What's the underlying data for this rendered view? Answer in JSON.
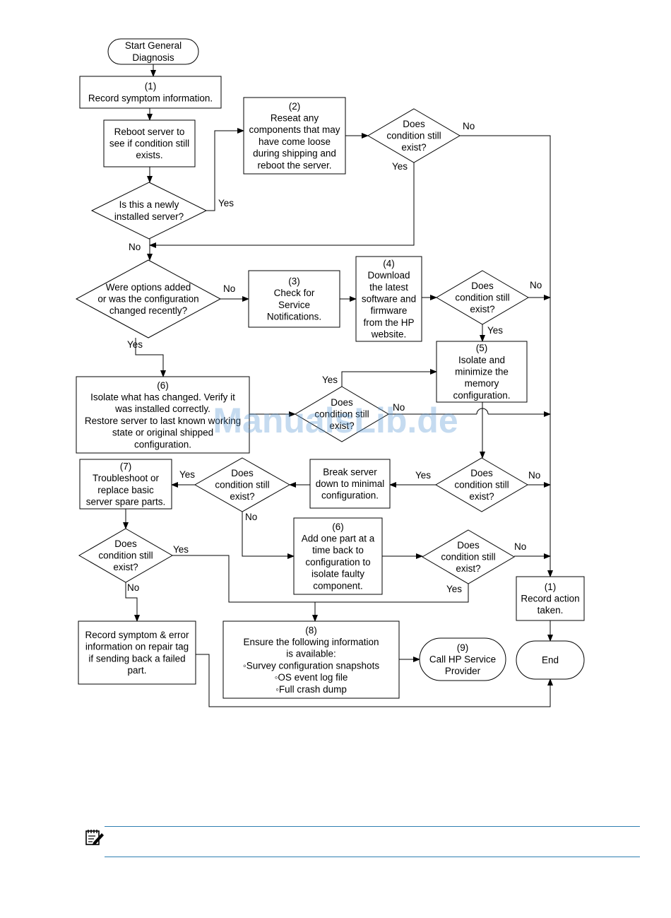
{
  "watermark": "ManualsLib.de",
  "nodes": {
    "start": [
      "Start General",
      "Diagnosis"
    ],
    "n1": [
      "(1)",
      "Record symptom information."
    ],
    "reboot": [
      "Reboot server to",
      "see if condition still",
      "exists."
    ],
    "q_new": [
      "Is this a newly",
      "installed server?"
    ],
    "n2": [
      "(2)",
      "Reseat any",
      "components that may",
      "have come loose",
      "during shipping and",
      "reboot the server."
    ],
    "q2": [
      "Does",
      "condition still",
      "exist?"
    ],
    "q_opt": [
      "Were options added",
      "or was the configuration",
      "changed recently?"
    ],
    "n3": [
      "(3)",
      "Check for",
      "Service",
      "Notifications."
    ],
    "n4": [
      "(4)",
      "Download",
      "the latest",
      "software and",
      "firmware",
      "from the HP",
      "website."
    ],
    "q4": [
      "Does",
      "condition still",
      "exist?"
    ],
    "n5": [
      "(5)",
      "Isolate and",
      "minimize the",
      "memory",
      "configuration."
    ],
    "n6a": [
      "(6)",
      "Isolate what has changed. Verify it",
      "was installed correctly.",
      "Restore server to last known working",
      "state or original shipped",
      "configuration."
    ],
    "q6a": [
      "Does",
      "condition still",
      "exist?"
    ],
    "n7": [
      "(7)",
      "Troubleshoot or",
      "replace basic",
      "server spare parts."
    ],
    "q7": [
      "Does",
      "condition still",
      "exist?"
    ],
    "brk": [
      "Break server",
      "down to minimal",
      "configuration."
    ],
    "q5": [
      "Does",
      "condition still",
      "exist?"
    ],
    "q7b": [
      "Does",
      "condition still",
      "exist?"
    ],
    "n6b": [
      "(6)",
      "Add one part at a",
      "time back to",
      "configuration to",
      "isolate faulty",
      "component."
    ],
    "q6b": [
      "Does",
      "condition still",
      "exist?"
    ],
    "rec1": [
      "(1)",
      "Record action",
      "taken."
    ],
    "recsym": [
      "Record symptom & error",
      "information on repair tag",
      "if sending back a failed",
      "part."
    ],
    "n8": [
      "(8)",
      "Ensure the following information",
      "is available:",
      "◦Survey configuration snapshots",
      "◦OS event log file",
      "◦Full crash dump"
    ],
    "n9": [
      "(9)",
      "Call HP Service",
      "Provider"
    ],
    "end": [
      "End"
    ]
  },
  "edge_labels": {
    "yes": "Yes",
    "no": "No"
  }
}
